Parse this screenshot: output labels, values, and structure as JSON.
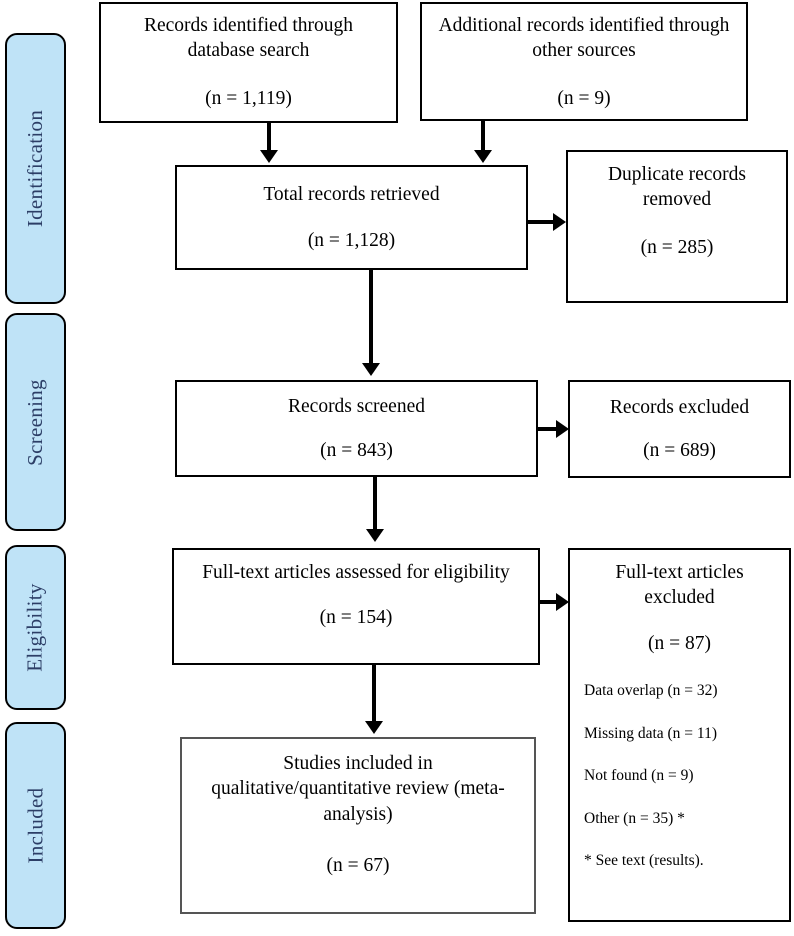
{
  "diagram": {
    "type": "prisma-flow-diagram",
    "accent_color": "#bfe3f7",
    "label_text_color": "#2c3e66",
    "border_color": "#000000"
  },
  "stages": [
    {
      "label": "Identification"
    },
    {
      "label": "Screening"
    },
    {
      "label": "Eligibility"
    },
    {
      "label": "Included"
    }
  ],
  "boxes": {
    "database_search": {
      "title": "Records identified through database search",
      "count": "(n = 1,119)"
    },
    "other_sources": {
      "title": "Additional records identified through other sources",
      "count": "(n = 9)"
    },
    "total_retrieved": {
      "title": "Total records retrieved",
      "count": "(n = 1,128)"
    },
    "duplicates_removed": {
      "title": "Duplicate records removed",
      "count": "(n = 285)"
    },
    "records_screened": {
      "title": "Records screened",
      "count": "(n = 843)"
    },
    "records_excluded": {
      "title": "Records excluded",
      "count": "(n = 689)"
    },
    "fulltext_assessed": {
      "title": "Full-text articles assessed for eligibility",
      "count": "(n = 154)"
    },
    "fulltext_excluded": {
      "title": "Full-text articles excluded",
      "count": "(n = 87)",
      "reasons": [
        "Data overlap (n = 32)",
        "Missing data (n = 11)",
        "Not found (n = 9)",
        "Other (n = 35) *"
      ],
      "note": "* See text (results)."
    },
    "studies_included": {
      "title": "Studies included in qualitative/quantitative review (meta-analysis)",
      "count": "(n = 67)"
    }
  }
}
